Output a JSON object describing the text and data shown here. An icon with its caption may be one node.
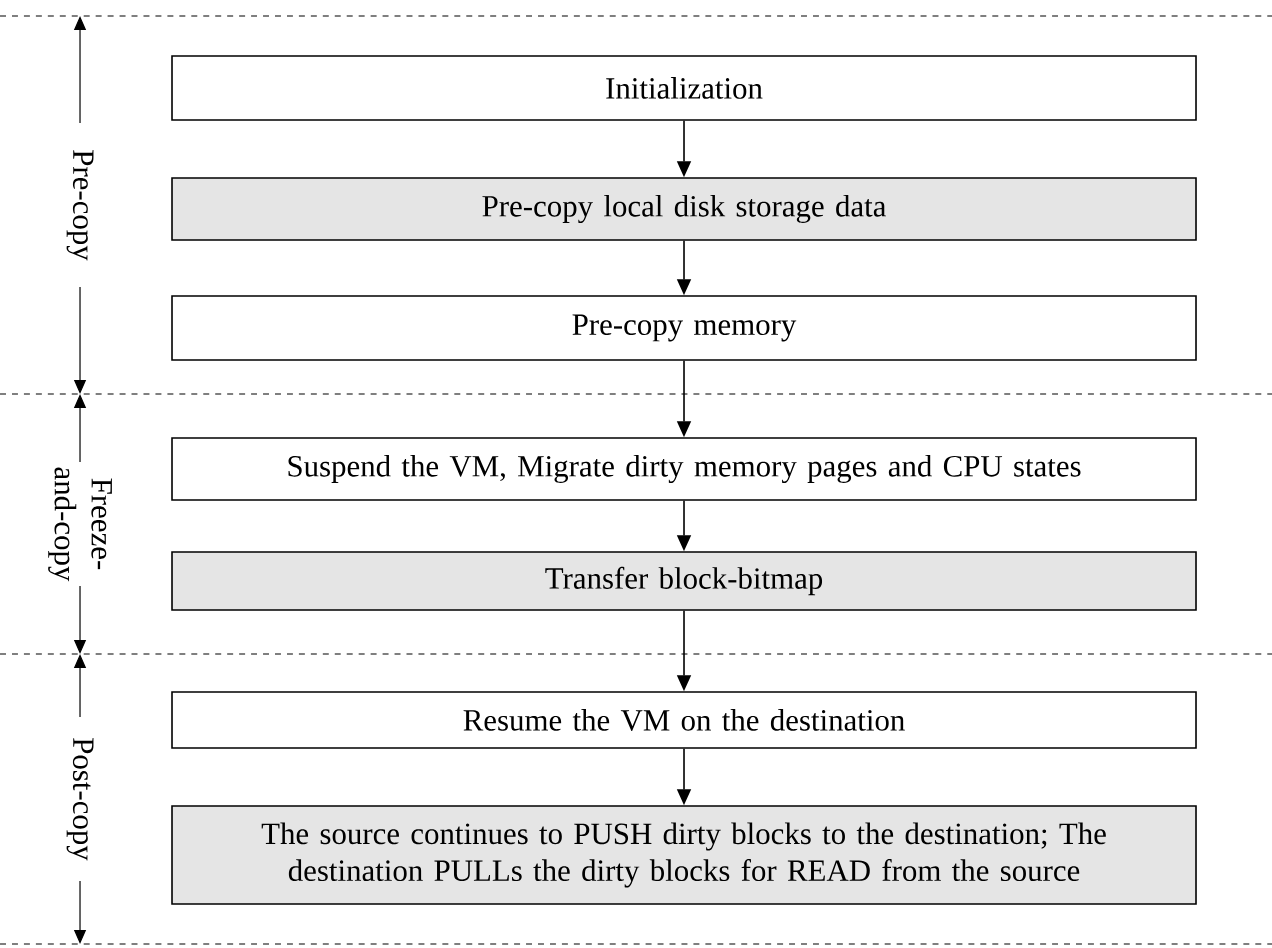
{
  "diagram": {
    "nodes": [
      {
        "text": [
          "Initialization"
        ]
      },
      {
        "text": [
          "Pre-copy local disk storage data"
        ]
      },
      {
        "text": [
          "Pre-copy memory"
        ]
      },
      {
        "text": [
          "Suspend the VM, Migrate dirty memory pages and CPU states"
        ]
      },
      {
        "text": [
          "Transfer block-bitmap"
        ]
      },
      {
        "text": [
          "Resume the VM on the destination"
        ]
      },
      {
        "text": [
          "The source continues to PUSH dirty blocks to the destination; The destination PULLs the dirty blocks for READ from the source"
        ]
      }
    ],
    "edges": [
      {
        "from": 0,
        "to": 1,
        "arrow": "to"
      },
      {
        "from": 1,
        "to": 2,
        "arrow": "to"
      },
      {
        "from": 2,
        "to": 3,
        "arrow": "to"
      },
      {
        "from": 3,
        "to": 4,
        "arrow": "to"
      },
      {
        "from": 4,
        "to": 5,
        "arrow": "to"
      },
      {
        "from": 5,
        "to": 6,
        "arrow": "to"
      }
    ],
    "labels": [
      "Pre-copy",
      "Freeze-and-copy",
      "Post-copy"
    ]
  }
}
